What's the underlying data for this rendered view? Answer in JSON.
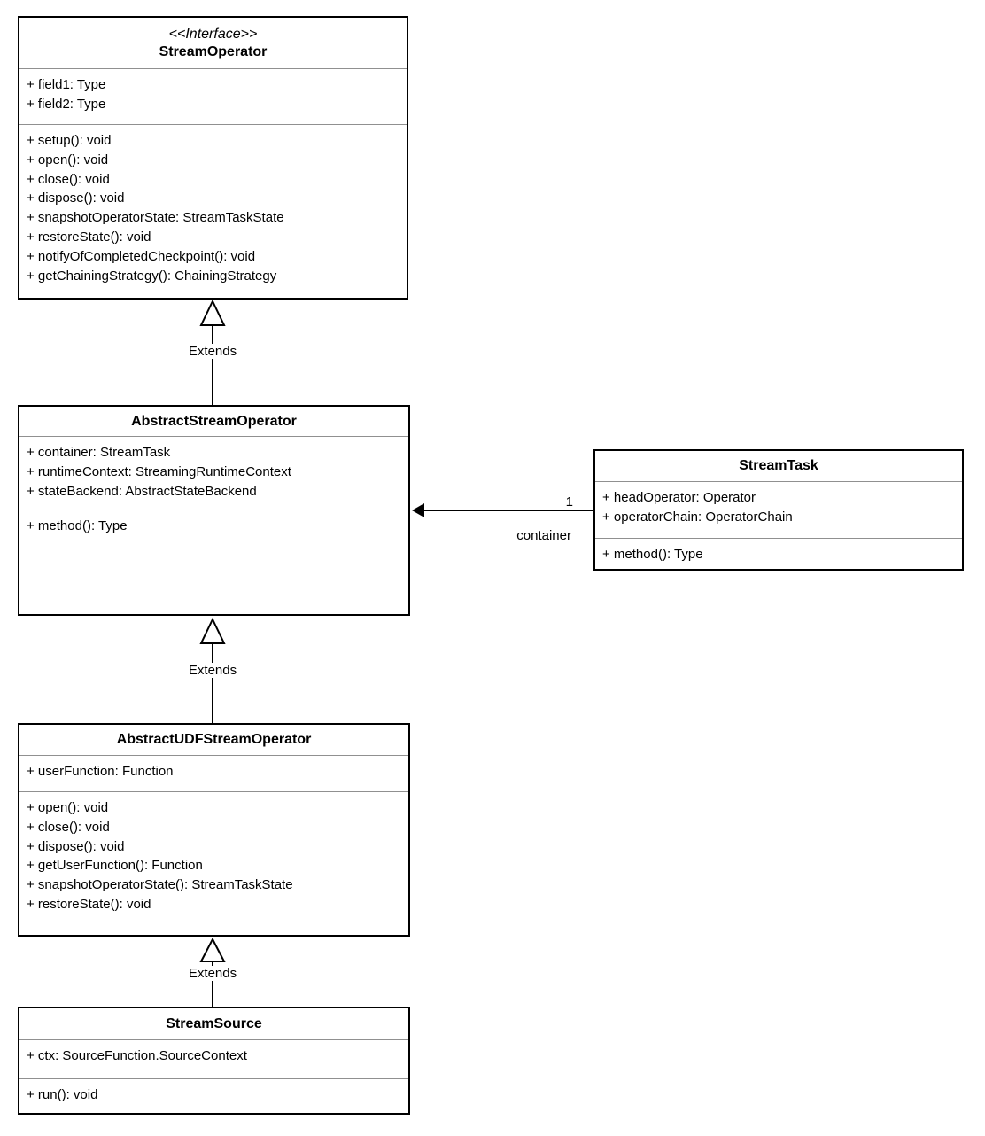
{
  "diagram": {
    "title": "Flink stream operator class diagram",
    "colors": {
      "background": "#ffffff",
      "box_border": "#000000",
      "compartment_separator": "#909090",
      "text": "#000000"
    }
  },
  "classes": {
    "streamOperator": {
      "stereotype": "<<Interface>>",
      "name": "StreamOperator",
      "fields": [
        "+ field1: Type",
        "+ field2: Type"
      ],
      "methods": [
        "+ setup(): void",
        "+ open(): void",
        "+ close(): void",
        "+ dispose(): void",
        "+ snapshotOperatorState: StreamTaskState",
        "+ restoreState(): void",
        "+ notifyOfCompletedCheckpoint(): void",
        "+ getChainingStrategy(): ChainingStrategy"
      ]
    },
    "abstractStreamOperator": {
      "name": "AbstractStreamOperator",
      "fields": [
        "+ container: StreamTask",
        "+ runtimeContext: StreamingRuntimeContext",
        "+ stateBackend: AbstractStateBackend"
      ],
      "methods": [
        "+ method(): Type"
      ]
    },
    "streamTask": {
      "name": "StreamTask",
      "fields": [
        "+ headOperator: Operator",
        "+ operatorChain: OperatorChain"
      ],
      "methods": [
        "+ method(): Type"
      ]
    },
    "abstractUDFStreamOperator": {
      "name": "AbstractUDFStreamOperator",
      "fields": [
        "+ userFunction: Function"
      ],
      "methods": [
        "+ open(): void",
        "+ close(): void",
        "+ dispose(): void",
        "+ getUserFunction(): Function",
        "+ snapshotOperatorState(): StreamTaskState",
        "+ restoreState(): void"
      ]
    },
    "streamSource": {
      "name": "StreamSource",
      "fields": [
        "+ ctx: SourceFunction.SourceContext"
      ],
      "methods": [
        "+ run(): void"
      ]
    }
  },
  "connectors": {
    "extends1": {
      "label": "Extends"
    },
    "extends2": {
      "label": "Extends"
    },
    "extends3": {
      "label": "Extends"
    },
    "association": {
      "multiplicity": "1",
      "label": "container"
    }
  }
}
